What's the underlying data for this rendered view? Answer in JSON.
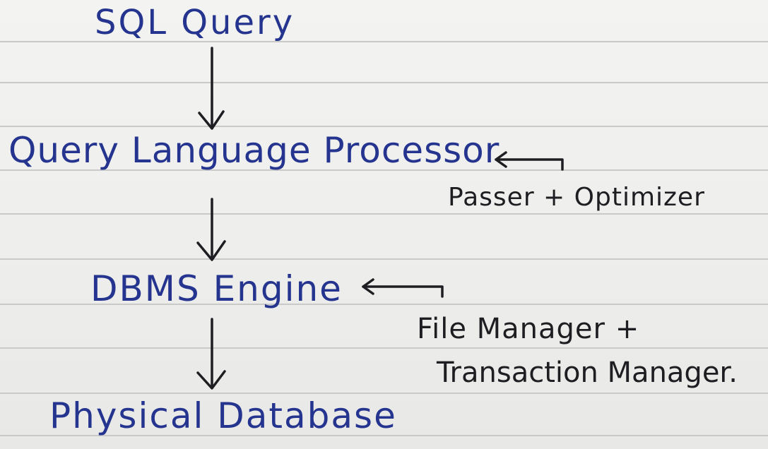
{
  "diagram": {
    "nodes": {
      "sql_query": "SQL Query",
      "query_language_processor": "Query Language Processor",
      "dbms_engine": "DBMS Engine",
      "physical_database": "Physical Database"
    },
    "annotations": {
      "processor_components": "Passer + Optimizer",
      "engine_components_line1": "File Manager +",
      "engine_components_line2": "Transaction Manager."
    },
    "colors": {
      "node_ink": "#24348f",
      "annotation_ink": "#1e1e22",
      "paper": "#f1f1ef",
      "ruled_lines": "#c9c9c7"
    }
  }
}
